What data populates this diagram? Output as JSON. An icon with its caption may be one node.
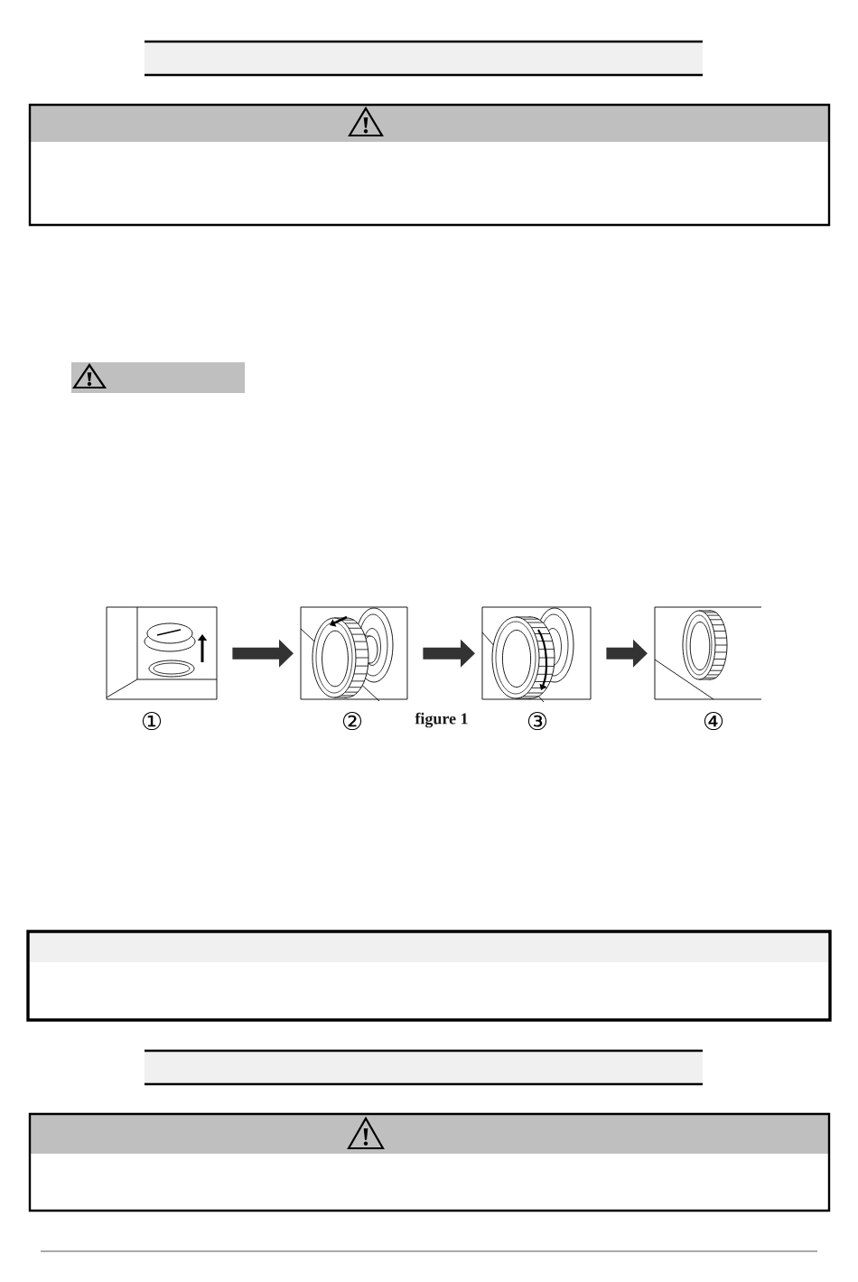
{
  "diagram": {
    "caption": "figure 1",
    "nodes": [
      {
        "text": [],
        "shape": "picture",
        "beside": [
          "①"
        ]
      },
      {
        "text": [],
        "shape": "picture",
        "beside": [
          "②"
        ]
      },
      {
        "text": [],
        "shape": "picture",
        "beside": [
          "③"
        ]
      },
      {
        "text": [],
        "shape": "picture",
        "beside": [
          "④"
        ]
      }
    ],
    "edges": [
      {
        "from": 0,
        "to": 1,
        "arrow": "to"
      },
      {
        "from": 1,
        "to": 2,
        "arrow": "to"
      },
      {
        "from": 2,
        "to": 3,
        "arrow": "to"
      }
    ]
  }
}
